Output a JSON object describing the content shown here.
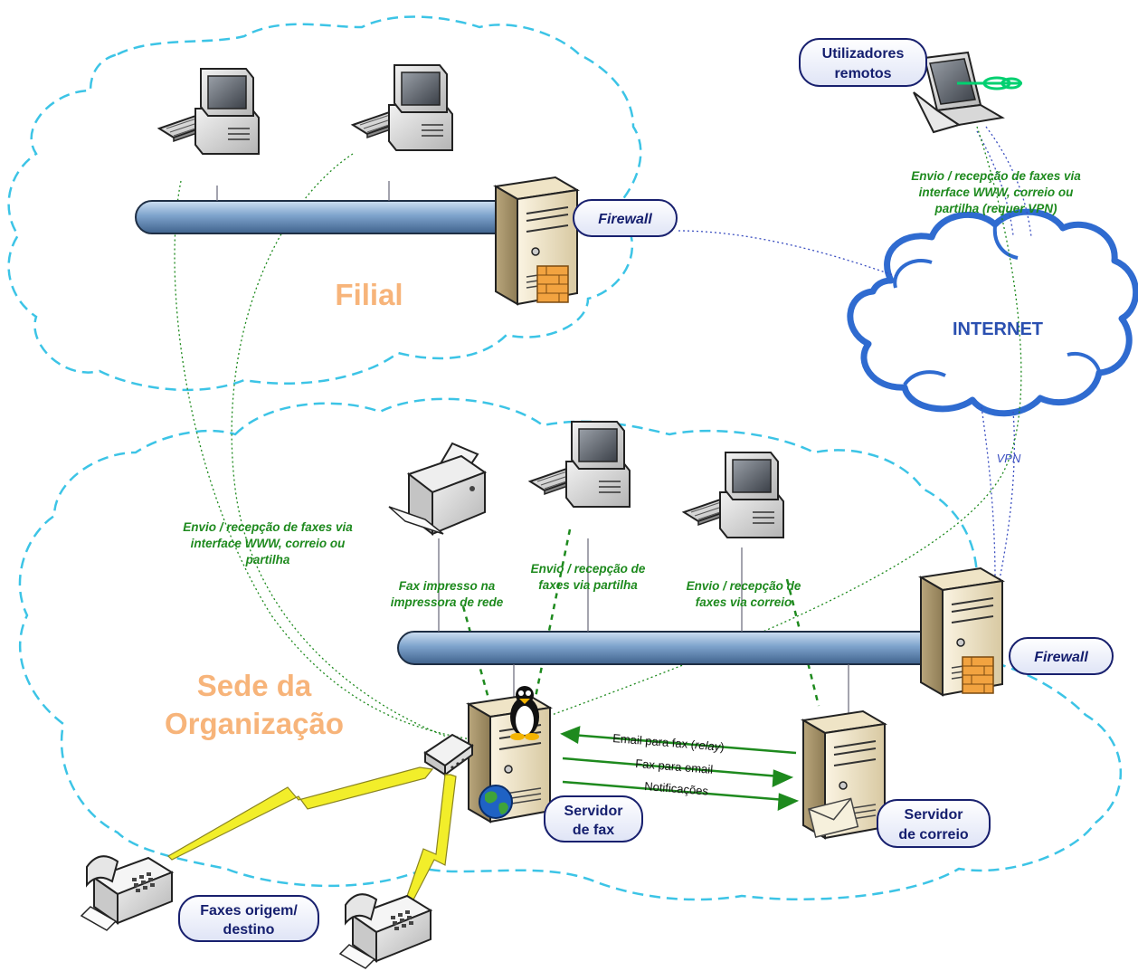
{
  "zones": {
    "branch": "Filial",
    "hq_line1": "Sede da",
    "hq_line2": "Organização"
  },
  "cloud": {
    "internet": "INTERNET"
  },
  "nodes": {
    "remote_users": [
      "Utilizadores",
      "remotos"
    ],
    "firewall_branch": "Firewall",
    "firewall_hq": "Firewall",
    "fax_server": [
      "Servidor",
      "de fax"
    ],
    "mail_server": [
      "Servidor",
      "de correio"
    ],
    "faxes": [
      "Faxes origem/",
      "destino"
    ]
  },
  "annotations": {
    "remote": [
      "Envio / recepção de faxes via",
      "interface WWW, correio ou",
      "partilha (requer VPN)"
    ],
    "branch": [
      "Envio / recepção de faxes via",
      "interface WWW, correio ou",
      "partilha"
    ],
    "printer": [
      "Fax impresso na",
      "impressora de rede"
    ],
    "share": [
      "Envio / recepção de",
      "faxes via partilha"
    ],
    "mail": [
      "Envio / recepção de",
      "faxes via correio"
    ],
    "vpn": "VPN"
  },
  "messages": {
    "relay_prefix": "Email para fax (",
    "relay_italic": "relay",
    "relay_suffix": ")",
    "fax_to_email": "Fax para email",
    "notifications": "Notificações"
  },
  "colors": {
    "zone_border": "#3cc4e6",
    "zone_label": "#f7b47a",
    "green_link": "#1e8a1e",
    "blue_link": "#3a4ec0",
    "bus": "#5e86b4",
    "cloud": "#2f6bd0"
  }
}
